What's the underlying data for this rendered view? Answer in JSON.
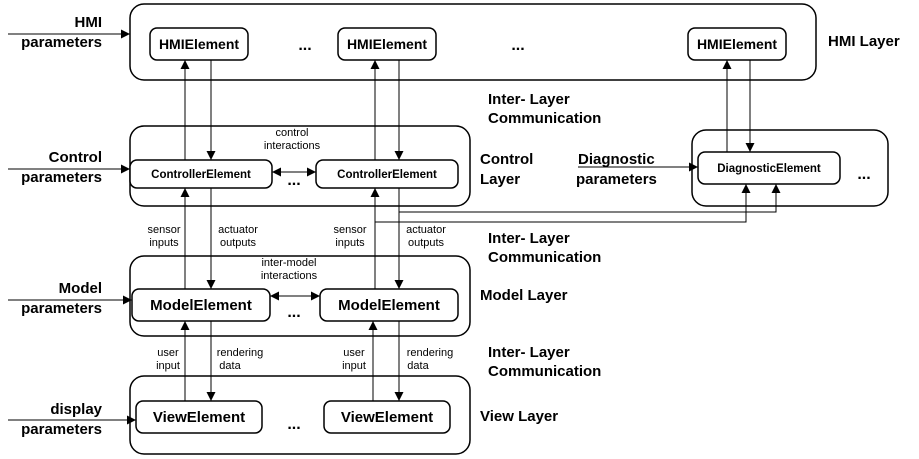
{
  "layers": {
    "hmi": "HMI  Layer",
    "control_line1": "Control",
    "control_line2": "Layer",
    "model": "Model  Layer",
    "view": "View  Layer"
  },
  "elements": {
    "hmi": "HMIElement",
    "controller": "ControllerElement",
    "diagnostic": "DiagnosticElement",
    "model": "ModelElement",
    "view": "ViewElement"
  },
  "inputs": {
    "hmi_line1": "HMI",
    "hmi_line2": "parameters",
    "control_line1": "Control",
    "control_line2": "parameters",
    "diagnostic_line1": "Diagnostic",
    "diagnostic_line2": "parameters",
    "model_line1": "Model",
    "model_line2": "parameters",
    "display_line1": "display",
    "display_line2": "parameters"
  },
  "comm": {
    "line1": "Inter- Layer",
    "line2": "Communication"
  },
  "arrows": {
    "control_interactions_1": "control",
    "control_interactions_2": "interactions",
    "sensor_1": "sensor",
    "sensor_2": "inputs",
    "actuator_1": "actuator",
    "actuator_2": "outputs",
    "inter_model_1": "inter-model",
    "inter_model_2": "interactions",
    "user_1": "user",
    "user_2": "input",
    "rendering_1": "rendering",
    "rendering_2": "data"
  },
  "ellipsis": "..."
}
